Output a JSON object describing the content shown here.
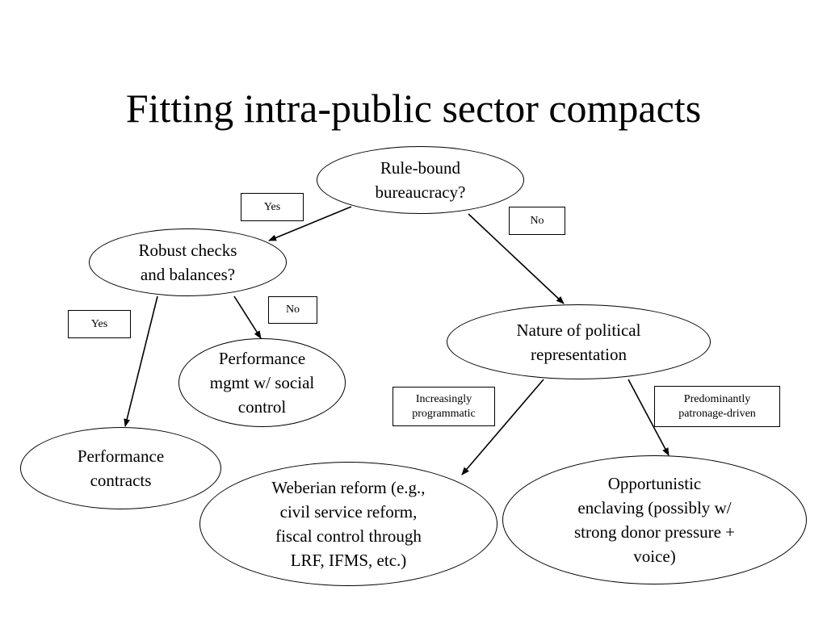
{
  "title": "Fitting intra-public sector compacts",
  "nodes": {
    "rule_bound": "Rule-bound\nbureaucracy?",
    "robust_checks": "Robust checks\nand balances?",
    "political_rep": "Nature of political\nrepresentation",
    "perf_social": "Performance\nmgmt w/ social\ncontrol",
    "perf_contracts": "Performance\ncontracts",
    "weberian": "Weberian reform (e.g.,\ncivil service reform,\nfiscal control through\nLRF, IFMS, etc.)",
    "opportunistic": "Opportunistic\nenclaving (possibly w/\nstrong donor pressure +\nvoice)"
  },
  "edge_labels": {
    "yes_top": "Yes",
    "no_top": "No",
    "no_mid": "No",
    "yes_left": "Yes",
    "programmatic": "Increasingly\nprogrammatic",
    "patronage": "Predominantly\npatronage-driven"
  }
}
